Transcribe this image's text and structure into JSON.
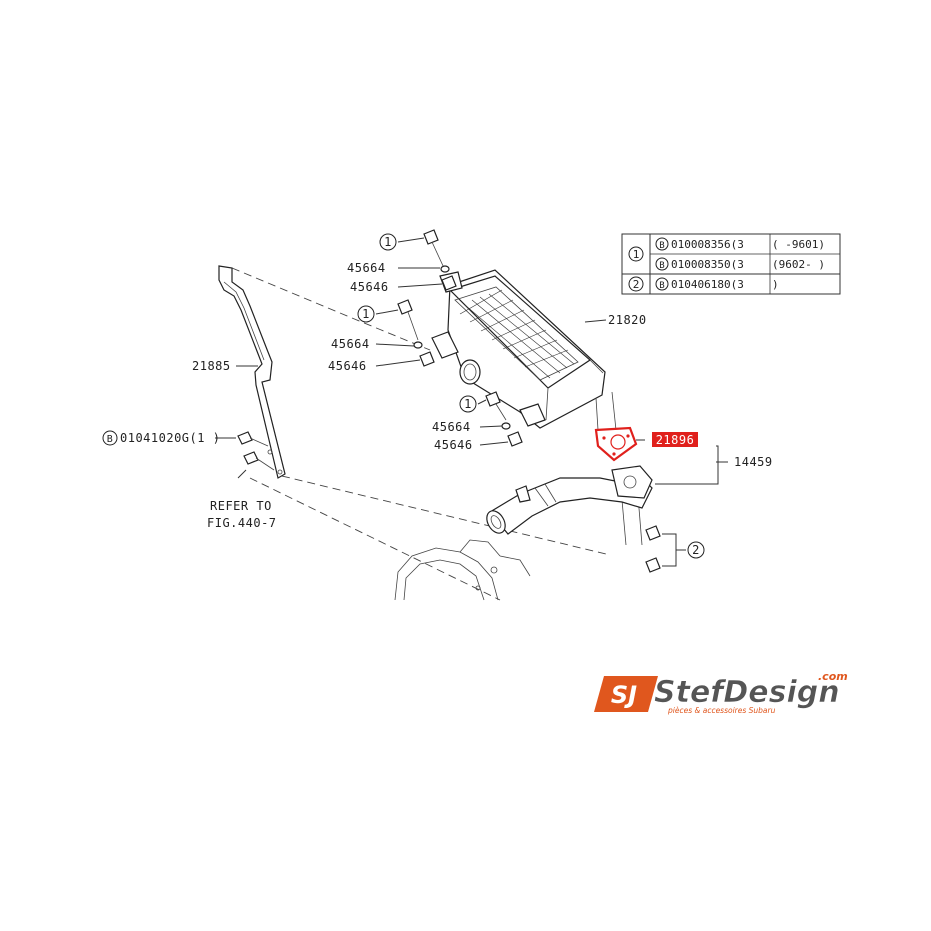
{
  "callouts": {
    "c1a": "1",
    "c1b": "1",
    "c1c": "1",
    "c2": "2",
    "washer_a": "45664",
    "nut_a": "45646",
    "washer_b": "45664",
    "nut_b": "45646",
    "washer_c": "45664",
    "nut_c": "45646",
    "intercooler": "21820",
    "bracket": "21885",
    "gasket": "21896",
    "hose": "14459",
    "bolt_code": "B",
    "bolt_part": "01041020G(1 )",
    "refer_line1": "REFER TO",
    "refer_line2": "FIG.440-7"
  },
  "legend_table": {
    "rows": [
      {
        "ref": "1",
        "code": "B",
        "part": "010008356(3",
        "range": "(    -9601)"
      },
      {
        "ref": "",
        "code": "B",
        "part": "010008350(3",
        "range": "(9602-    )"
      },
      {
        "ref": "2",
        "code": "B",
        "part": "010406180(3",
        "range": ")"
      }
    ]
  },
  "highlight_color": "#e0201c",
  "logo": {
    "mark": "SJ",
    "name": "StefDesign",
    "domain": ".com",
    "tagline": "pièces & accessoires Subaru",
    "brand_color": "#e0571e"
  }
}
